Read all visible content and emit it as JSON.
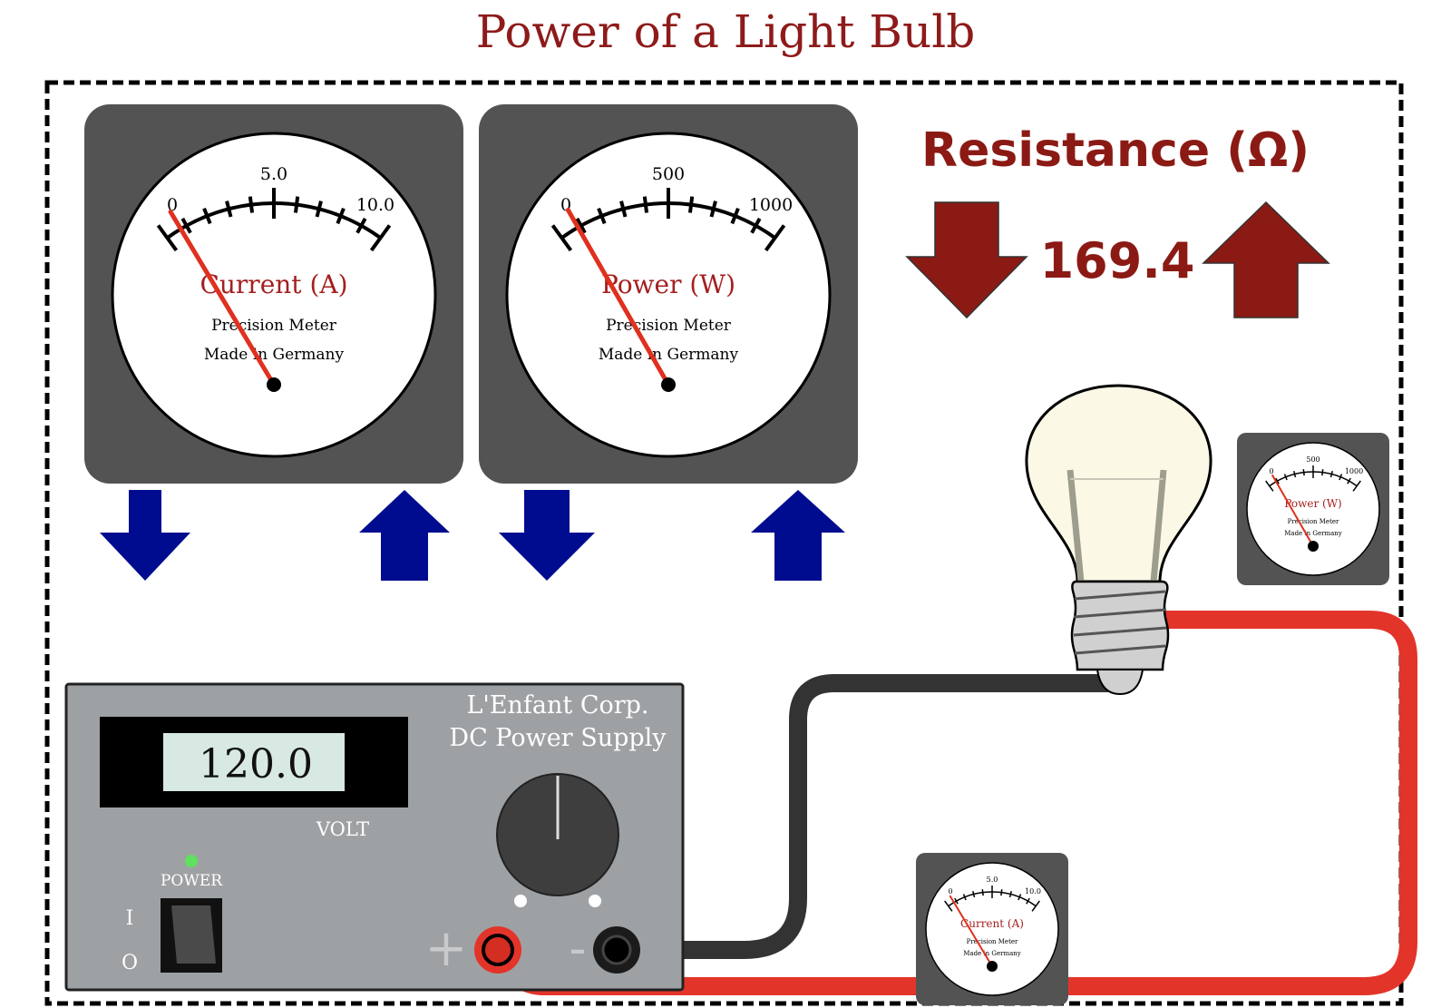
{
  "title": "Power of a Light Bulb",
  "resistance": {
    "label": "Resistance (Ω)",
    "value": "169.4",
    "decrease_icon": "arrow-down-icon",
    "increase_icon": "arrow-up-icon"
  },
  "current_meter": {
    "label": "Current (A)",
    "scale_min": "0",
    "scale_mid": "5.0",
    "scale_max": "10.0",
    "maker_line1": "Precision Meter",
    "maker_line2": "Made in Germany",
    "reading": 0.71
  },
  "power_meter": {
    "label": "Power (W)",
    "scale_min": "0",
    "scale_mid": "500",
    "scale_max": "1000",
    "maker_line1": "Precision Meter",
    "maker_line2": "Made in Germany",
    "reading": 85
  },
  "power_supply": {
    "brand_line1": "L'Enfant Corp.",
    "brand_line2": "DC Power Supply",
    "display_value": "120.0",
    "unit_label": "VOLT",
    "power_label": "POWER",
    "switch_on_label": "I",
    "switch_off_label": "O",
    "plus_label": "+",
    "minus_label": "-"
  },
  "colors": {
    "title": "#8e1a1a",
    "resistance_arrows": "#8b1a14",
    "meter_arrows": "#000c8f",
    "wire_red": "#e3342a",
    "wire_black": "#333333",
    "meter_case": "#535353",
    "supply_panel": "#9ea1a4",
    "led": "#5fe05f"
  }
}
